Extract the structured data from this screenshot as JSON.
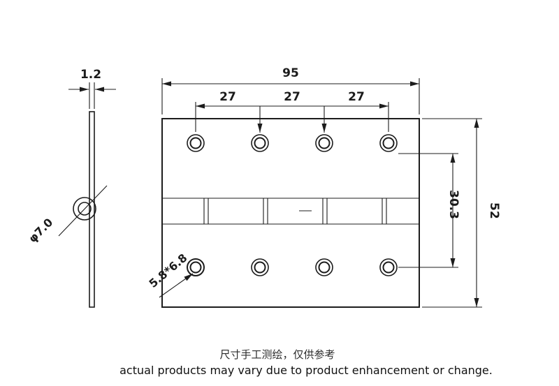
{
  "page": {
    "background": "#ffffff",
    "line_color": "#1c1c1c"
  },
  "dimensions": {
    "thickness": "1.2",
    "plate_width": "95",
    "pitch_left": "27",
    "pitch_mid": "27",
    "pitch_right": "27",
    "plate_height": "52",
    "row_spacing": "30.3",
    "hole_diameter": "φ7.0",
    "countersink": "5.8*6.8"
  },
  "footer": {
    "note_cn": "尺寸手工测绘，仅供参考",
    "note_en": "actual products may vary due to product enhancement or change."
  }
}
